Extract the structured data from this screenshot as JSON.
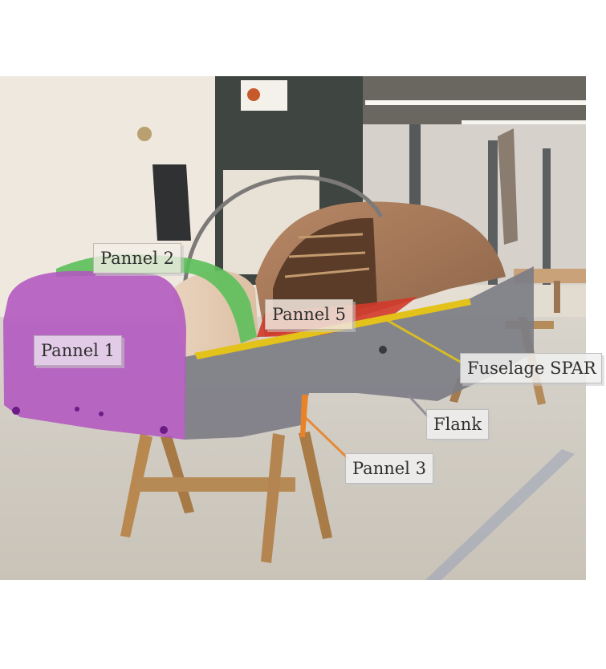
{
  "labels": {
    "pannel_1": "Pannel 1",
    "pannel_2": "Pannel 2",
    "pannel_3": "Pannel 3",
    "pannel_5": "Pannel 5",
    "fuselage_spar": "Fuselage SPAR",
    "flank": "Flank"
  },
  "colors": {
    "pannel_1": "#b257c0",
    "pannel_2": "#5cbf5a",
    "pannel_3": "#e8832a",
    "pannel_5": "#d23a2a",
    "fuselage_spar": "#e3c21a",
    "flank": "#7d7d85"
  }
}
